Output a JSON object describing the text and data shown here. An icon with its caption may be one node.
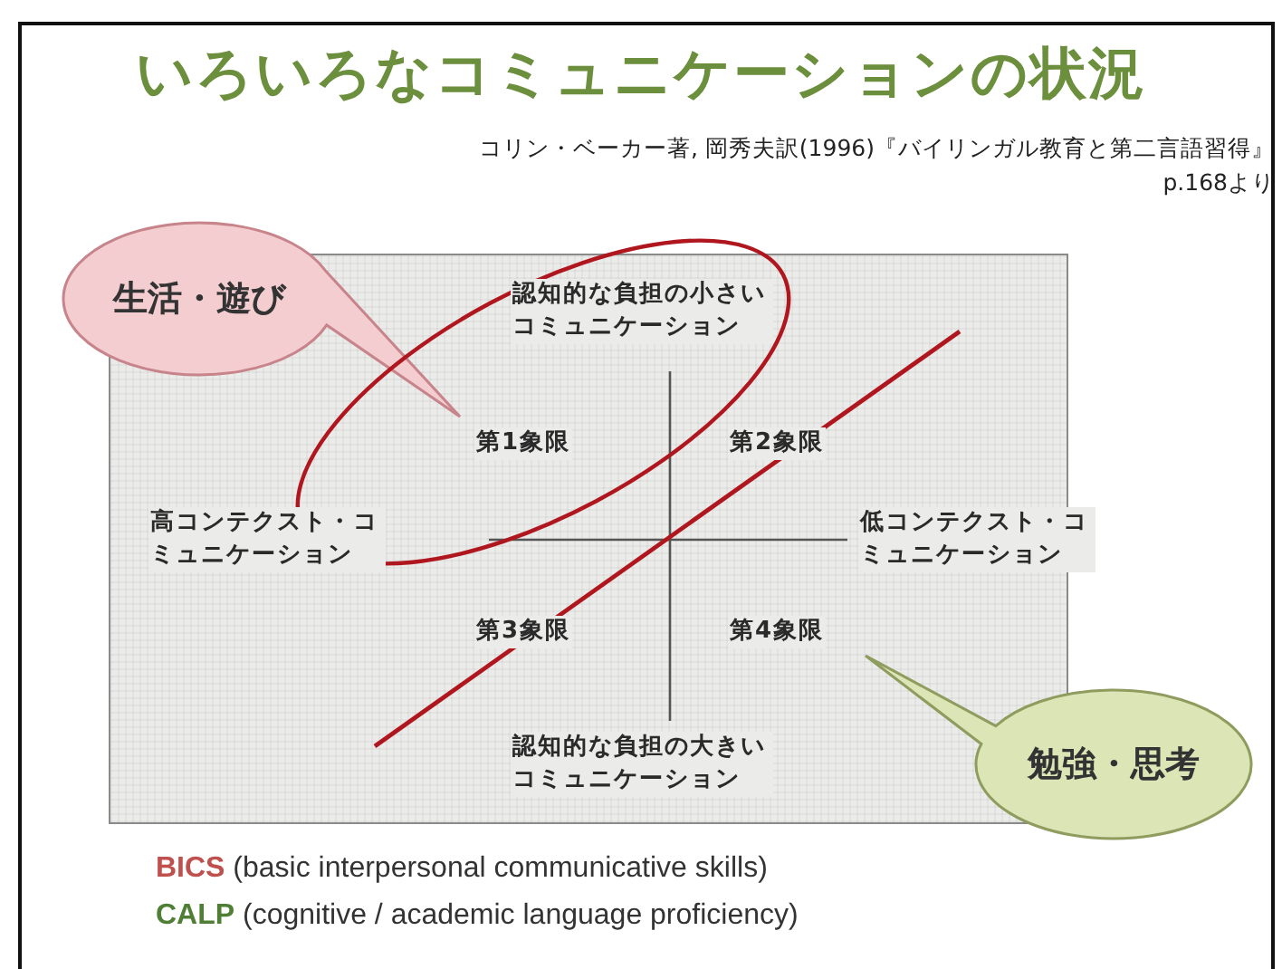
{
  "diagram": {
    "title": "いろいろなコミュニケーションの状況",
    "nodes": [
      {
        "text": [],
        "shape": "box"
      },
      {
        "text": [
          "生活・遊び"
        ]
      },
      {
        "text": [
          "勉強・思考"
        ]
      }
    ],
    "labels": [
      "コリン・ベーカー著, 岡秀夫訳(1996)『バイリンガル教育と第二言語習得』",
      "p.168より",
      "認知的な負担の小さいコミュニケーション",
      "第1象限",
      "第2象限",
      "高コンテクスト・コミュニケーション",
      "低コンテクスト・コミュニケーション",
      "第3象限",
      "第4象限",
      "認知的な負担の大きいコミュニケーション",
      "**BICS** (basic interpersonal communicative skills)",
      "**CALP** (cognitive / academic language proficiency)"
    ]
  }
}
